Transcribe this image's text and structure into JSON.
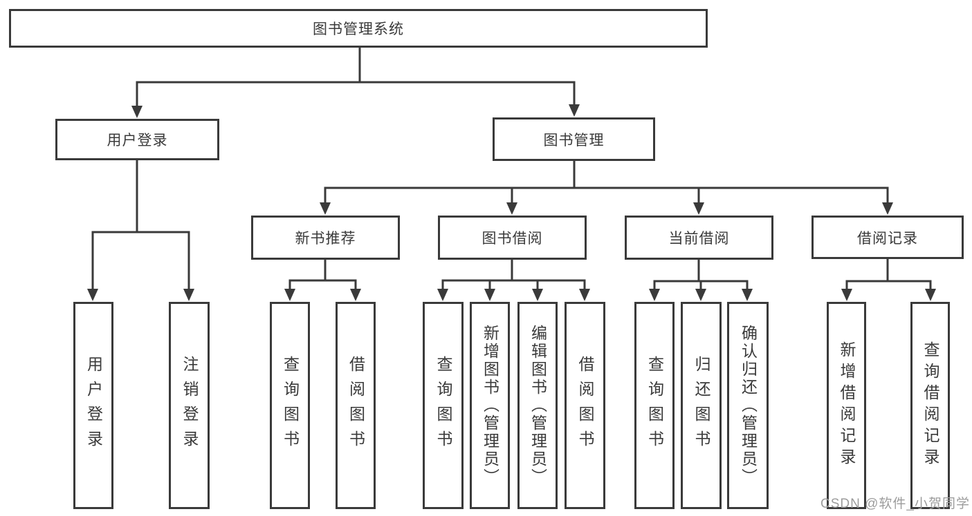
{
  "diagram": {
    "root": {
      "label": "图书管理系统"
    },
    "level2": {
      "user_login": {
        "label": "用户登录"
      },
      "book_mgmt": {
        "label": "图书管理"
      }
    },
    "level3": {
      "new_book_rec": {
        "label": "新书推荐"
      },
      "book_borrow": {
        "label": "图书借阅"
      },
      "current_borrow": {
        "label": "当前借阅"
      },
      "borrow_records": {
        "label": "借阅记录"
      }
    },
    "leaves": {
      "user_login": {
        "login": "用户登录",
        "logout": "注销登录"
      },
      "new_book_rec": {
        "query": "查询图书",
        "borrow": "借阅图书"
      },
      "book_borrow": {
        "query": "查询图书",
        "add": "新增图书（管理员）",
        "edit": "编辑图书（管理员）",
        "borrow": "借阅图书"
      },
      "current_borrow": {
        "query": "查询图书",
        "return": "归还图书",
        "confirm": "确认归还（管理员）"
      },
      "borrow_records": {
        "add": "新增借阅记录",
        "query": "查询借阅记录"
      }
    }
  },
  "watermark": {
    "text": "CSDN @软件_小贺同学"
  },
  "colors": {
    "line": "#3a3a3a",
    "text": "#3a3a3a",
    "watermark": "#9c9c9c",
    "background": "#ffffff"
  }
}
